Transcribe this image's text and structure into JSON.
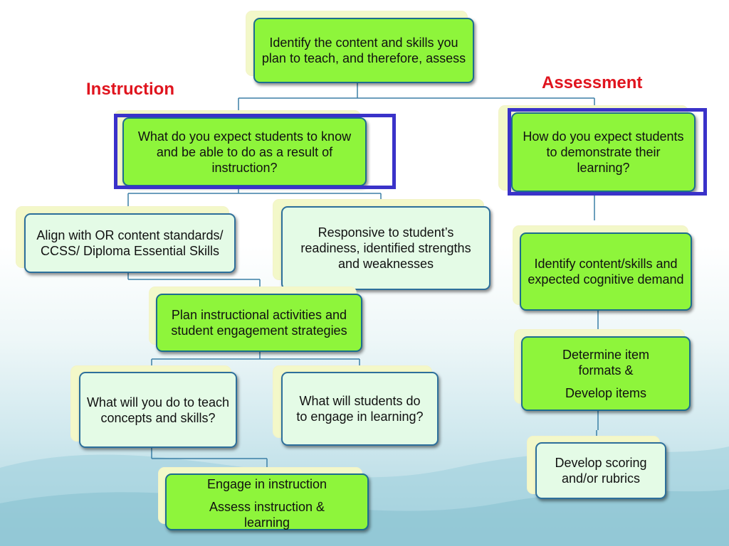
{
  "labels": {
    "instruction": "Instruction",
    "assessment": "Assessment"
  },
  "nodes": {
    "identify_content": "Identify the content and skills you plan to teach, and therefore, assess",
    "expect_know": "What do you expect students to know and be able to do as a result of instruction?",
    "expect_demonstrate": "How do you expect students to demonstrate their learning?",
    "align_standards": "Align with OR content standards/ CCSS/ Diploma Essential Skills",
    "responsive": "Responsive to student’s readiness, identified strengths and weaknesses",
    "identify_cognitive": "Identify content/skills and expected cognitive demand",
    "plan_activities": "Plan instructional activities and student engagement strategies",
    "item_formats": {
      "line1": "Determine item formats &",
      "line2": "Develop items"
    },
    "teach_concepts": "What will you do to teach concepts and skills?",
    "students_engage": "What will students do to engage in learning?",
    "scoring_rubrics": "Develop scoring and/or rubrics",
    "engage_assess": {
      "line1": "Engage in instruction",
      "line2": "Assess instruction & learning"
    }
  },
  "colors": {
    "node_green": "#8ef53b",
    "node_mint": "#e4fbe6",
    "label_red": "#e0141e",
    "highlight_blue": "#3a32c9",
    "connector": "#3b7fa6"
  }
}
